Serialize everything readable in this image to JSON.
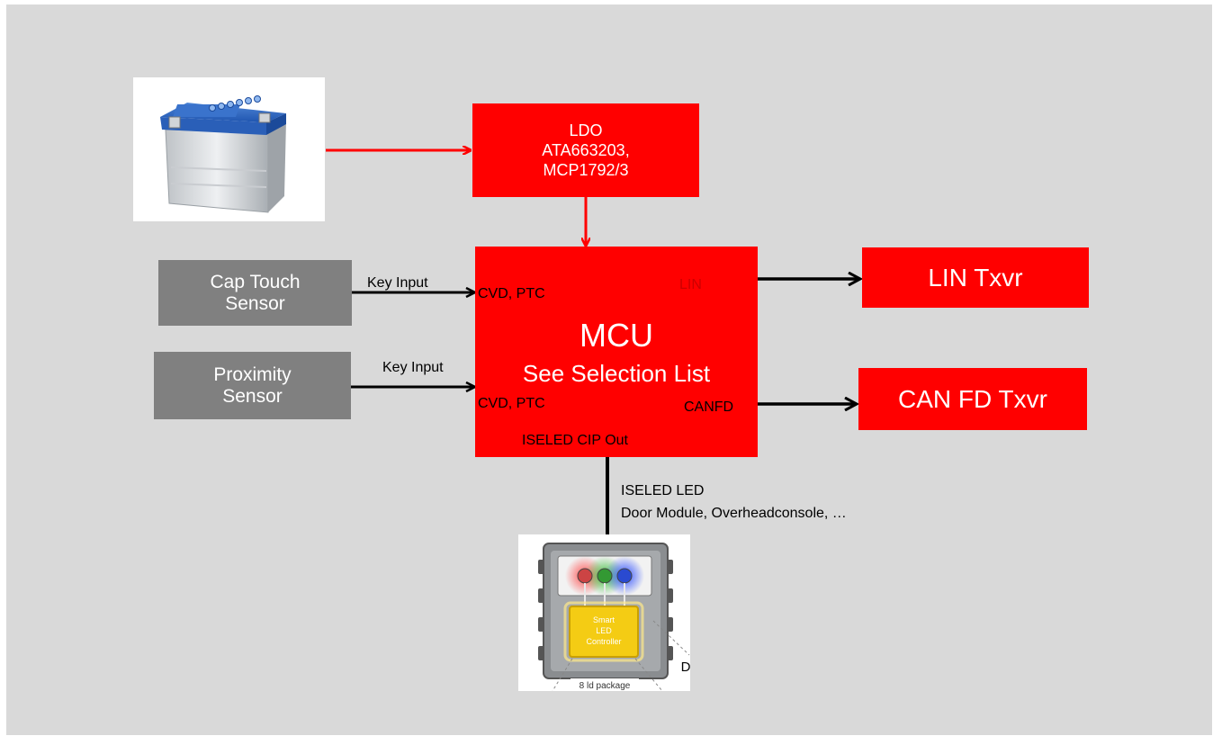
{
  "ldo": {
    "line1": "LDO",
    "line2": "ATA663203,",
    "line3": "MCP1792/3"
  },
  "mcu": {
    "title": "MCU",
    "subtitle": "See Selection List",
    "port_cvd_ptc_1": "CVD, PTC",
    "port_cvd_ptc_2": "CVD, PTC",
    "port_lin": "LIN",
    "port_canfd": "CANFD",
    "port_iseled": "ISELED CIP Out"
  },
  "lin_txvr": "LIN Txvr",
  "can_txvr": "CAN FD Txvr",
  "cap_touch": {
    "line1": "Cap Touch",
    "line2": "Sensor"
  },
  "proximity": {
    "line1": "Proximity",
    "line2": "Sensor"
  },
  "key_input_1": "Key Input",
  "key_input_2": "Key Input",
  "iseled": {
    "line1": "ISELED LED",
    "line2": "Door Module, Overheadconsole, …"
  },
  "led_chip": {
    "controller_line1": "Smart",
    "controller_line2": "LED",
    "controller_line3": "Controller",
    "package_label": "8 ld package",
    "cut_text": "D"
  },
  "colors": {
    "red": "#ff0000",
    "gray": "#808080",
    "background": "#d9d9d9"
  },
  "icons": {
    "battery": "car-battery-image",
    "led": "iseled-led-package-image"
  }
}
